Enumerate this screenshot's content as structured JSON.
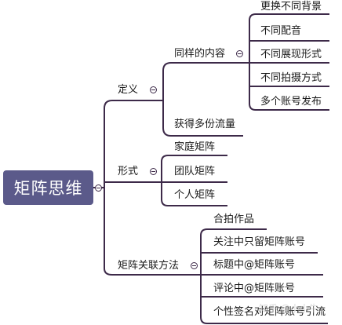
{
  "root": "矩阵思维",
  "branches": {
    "definition": {
      "label": "定义",
      "same_content": {
        "label": "同样的内容",
        "items": [
          "更换不同背景",
          "不同配音",
          "不同展现形式",
          "不同拍摄方式",
          "多个账号发布"
        ]
      },
      "traffic": "获得多份流量"
    },
    "form": {
      "label": "形式",
      "items": [
        "家庭矩阵",
        "团队矩阵",
        "个人矩阵"
      ]
    },
    "methods": {
      "label": "矩阵关联方法",
      "items": [
        "合拍作品",
        "关注中只留矩阵账号",
        "标题中@矩阵账号",
        "评论中@矩阵账号",
        "个性签名对矩阵账号引流"
      ]
    }
  },
  "watermark": "知乎 @小小牛",
  "colors": {
    "line": "#3d2a49",
    "root_fill": "#5b5a8a"
  }
}
